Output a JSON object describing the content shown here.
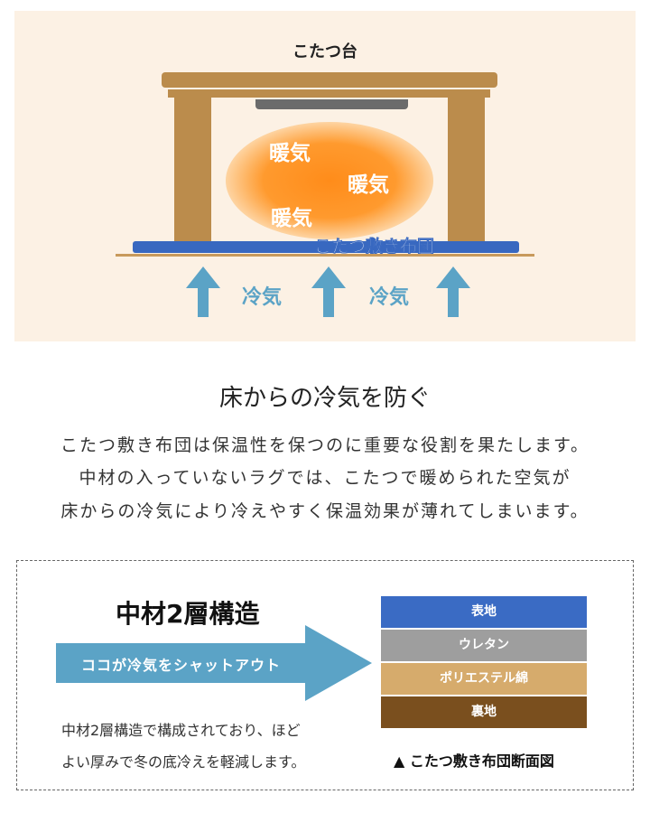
{
  "diagram": {
    "title": "こたつ台",
    "warm_labels": [
      "暖気",
      "暖気",
      "暖気"
    ],
    "mat_label": "こたつ敷き布団",
    "cold_labels": [
      "冷気",
      "冷気"
    ],
    "colors": {
      "background": "#fcf1e4",
      "wood": "#bb8c4c",
      "heater": "#6b6b6b",
      "mat": "#3868c0",
      "cold": "#5ba3c6",
      "warm": "#ff8c1a"
    }
  },
  "section": {
    "heading": "床からの冷気を防ぐ",
    "lines": [
      "こたつ敷き布団は保温性を保つのに重要な役割を果たします。",
      "中材の入っていないラグでは、こたつで暖められた空気が",
      "床からの冷気により冷えやすく保温効果が薄れてしまいます。"
    ]
  },
  "structure": {
    "heading": "中材2層構造",
    "arrow_label": "ココが冷気をシャットアウト",
    "desc": [
      "中材2層構造で構成されており、ほど",
      "よい厚みで冬の底冷えを軽減します。"
    ],
    "layers": [
      {
        "label": "表地",
        "color": "#3a6bc4"
      },
      {
        "label": "ウレタン",
        "color": "#9e9e9e"
      },
      {
        "label": "ポリエステル綿",
        "color": "#d6ab6c"
      },
      {
        "label": "裏地",
        "color": "#7a4f1e"
      }
    ],
    "caption": "▲ こたつ敷き布団断面図"
  }
}
